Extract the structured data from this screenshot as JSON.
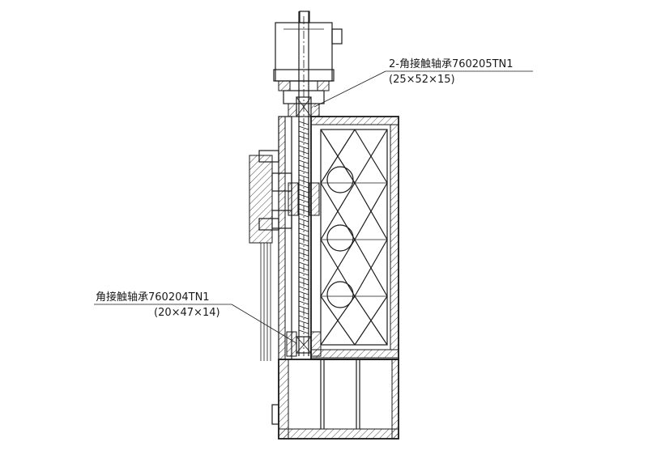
{
  "callouts": [
    {
      "id": "upper-bearing",
      "name": "2-角接触轴承760205TN1",
      "size": "(25×52×15)"
    },
    {
      "id": "lower-bearing",
      "name": "角接触轴承760204TN1",
      "size": "(20×47×14)"
    }
  ]
}
